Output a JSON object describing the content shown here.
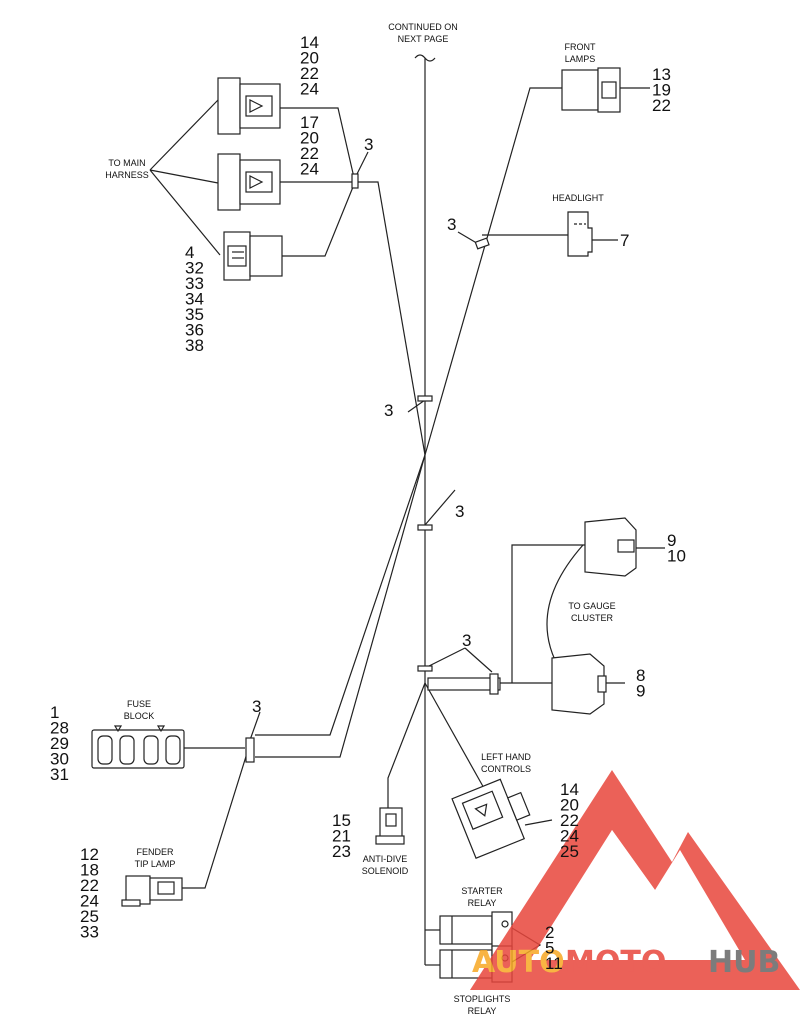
{
  "callouts": {
    "continued": [
      "CONTINUED ON",
      "NEXT PAGE"
    ],
    "main_harness": [
      "TO MAIN",
      "HARNESS"
    ],
    "front_lamps": [
      "FRONT",
      "LAMPS"
    ],
    "headlight": "HEADLIGHT",
    "gauge_cluster": [
      "TO GAUGE",
      "CLUSTER"
    ],
    "fuse_block": [
      "FUSE",
      "BLOCK"
    ],
    "left_hand_controls": [
      "LEFT HAND",
      "CONTROLS"
    ],
    "fender_tip_lamp": [
      "FENDER",
      "TIP LAMP"
    ],
    "anti_dive": [
      "ANTI-DIVE",
      "SOLENOID"
    ],
    "starter_relay": [
      "STARTER",
      "RELAY"
    ],
    "stoplights_relay": [
      "STOPLIGHTS",
      "RELAY"
    ]
  },
  "item_numbers": {
    "main_conn_1": [
      "14",
      "20",
      "22",
      "24"
    ],
    "main_conn_2": [
      "17",
      "20",
      "22",
      "24"
    ],
    "main_conn_3": [
      "4",
      "32",
      "33",
      "34",
      "35",
      "36",
      "38"
    ],
    "front_lamps": [
      "13",
      "19",
      "22"
    ],
    "headlight": "7",
    "gauge_conn_1": [
      "9",
      "10"
    ],
    "gauge_conn_2": [
      "8",
      "9"
    ],
    "fuse_block": [
      "1",
      "28",
      "29",
      "30",
      "31"
    ],
    "left_hand_controls": [
      "14",
      "20",
      "22",
      "24",
      "25"
    ],
    "fender_tip_lamp": [
      "12",
      "18",
      "22",
      "24",
      "25",
      "33"
    ],
    "anti_dive": [
      "15",
      "21",
      "23"
    ],
    "relays": [
      "2",
      "5",
      "11"
    ],
    "clip": "3"
  },
  "watermark": {
    "auto": "AUTO",
    "moto": "MOTO",
    "hub": "HUB"
  },
  "colors": {
    "line": "#222222",
    "watermark_red": "#e8463c",
    "watermark_orange": "#f7a823",
    "watermark_gray": "#666666"
  }
}
